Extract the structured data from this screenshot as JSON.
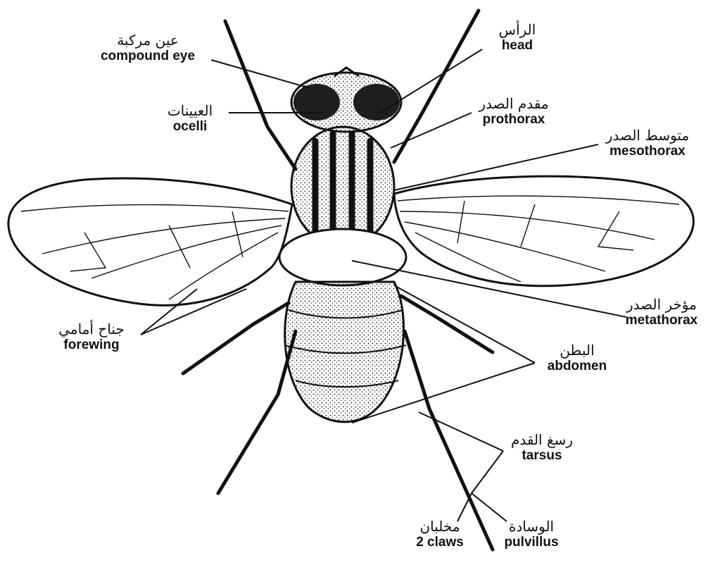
{
  "labels": {
    "compound_eye": {
      "ar": "عين مركبة",
      "en": "compound eye"
    },
    "head": {
      "ar": "الرأس",
      "en": "head"
    },
    "ocelli": {
      "ar": "العيينات",
      "en": "ocelli"
    },
    "prothorax": {
      "ar": "مقدم الصدر",
      "en": "prothorax"
    },
    "mesothorax": {
      "ar": "متوسط الصدر",
      "en": "mesothorax"
    },
    "metathorax": {
      "ar": "مؤخر الصدر",
      "en": "metathorax"
    },
    "forewing": {
      "ar": "جناح أمامي",
      "en": "forewing"
    },
    "abdomen": {
      "ar": "البطن",
      "en": "abdomen"
    },
    "tarsus": {
      "ar": "رسغ القدم",
      "en": "tarsus"
    },
    "claws": {
      "ar": "مخلبان",
      "en": "2 claws"
    },
    "pulvillus": {
      "ar": "الوسادة",
      "en": "pulvillus"
    }
  }
}
